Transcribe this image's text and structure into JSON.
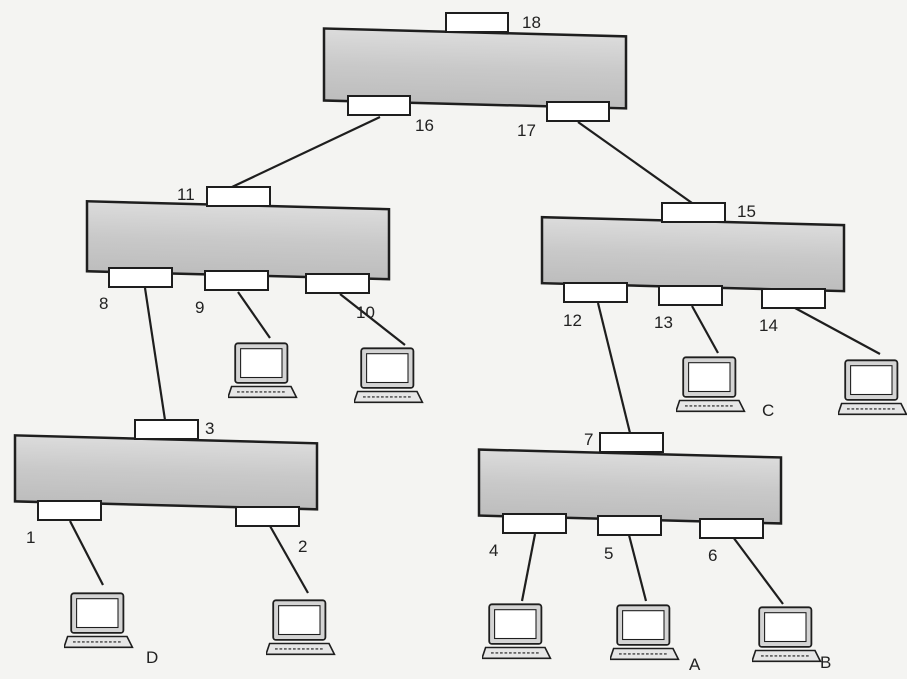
{
  "ports": {
    "p1": "1",
    "p2": "2",
    "p3": "3",
    "p4": "4",
    "p5": "5",
    "p6": "6",
    "p7": "7",
    "p8": "8",
    "p9": "9",
    "p10": "10",
    "p11": "11",
    "p12": "12",
    "p13": "13",
    "p14": "14",
    "p15": "15",
    "p16": "16",
    "p17": "17",
    "p18": "18"
  },
  "hosts": {
    "A": "A",
    "B": "B",
    "C": "C",
    "D": "D"
  },
  "colors": {
    "switch_fill_light": "#e4e4e4",
    "switch_fill_dark": "#bdbdbd",
    "line": "#1e1e1e"
  }
}
